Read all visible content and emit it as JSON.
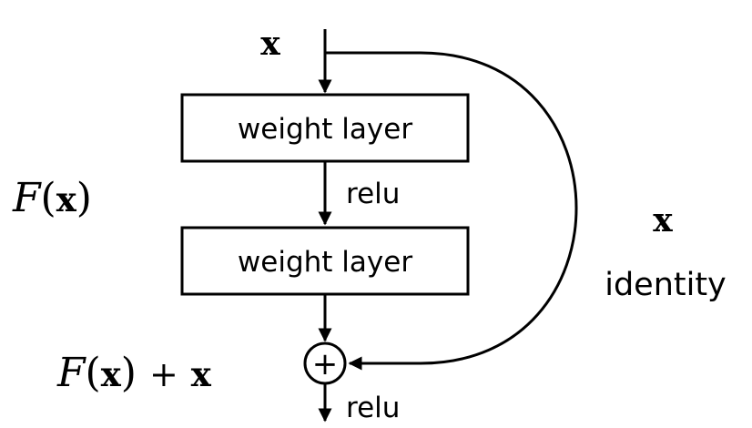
{
  "labels": {
    "input_x": "x",
    "layer1": "weight layer",
    "relu1": "relu",
    "layer2": "weight layer",
    "relu2": "relu",
    "shortcut_x": "x",
    "identity": "identity",
    "plus": "+"
  },
  "fx": {
    "script_f": "F",
    "open": "(",
    "x": "x",
    "close": ")"
  },
  "fx_plus_x": {
    "script_f": "F",
    "open": "(",
    "x": "x",
    "close": ")",
    "plus": "+",
    "x2": "x"
  },
  "colors": {
    "stroke": "#000000",
    "background": "#ffffff"
  }
}
